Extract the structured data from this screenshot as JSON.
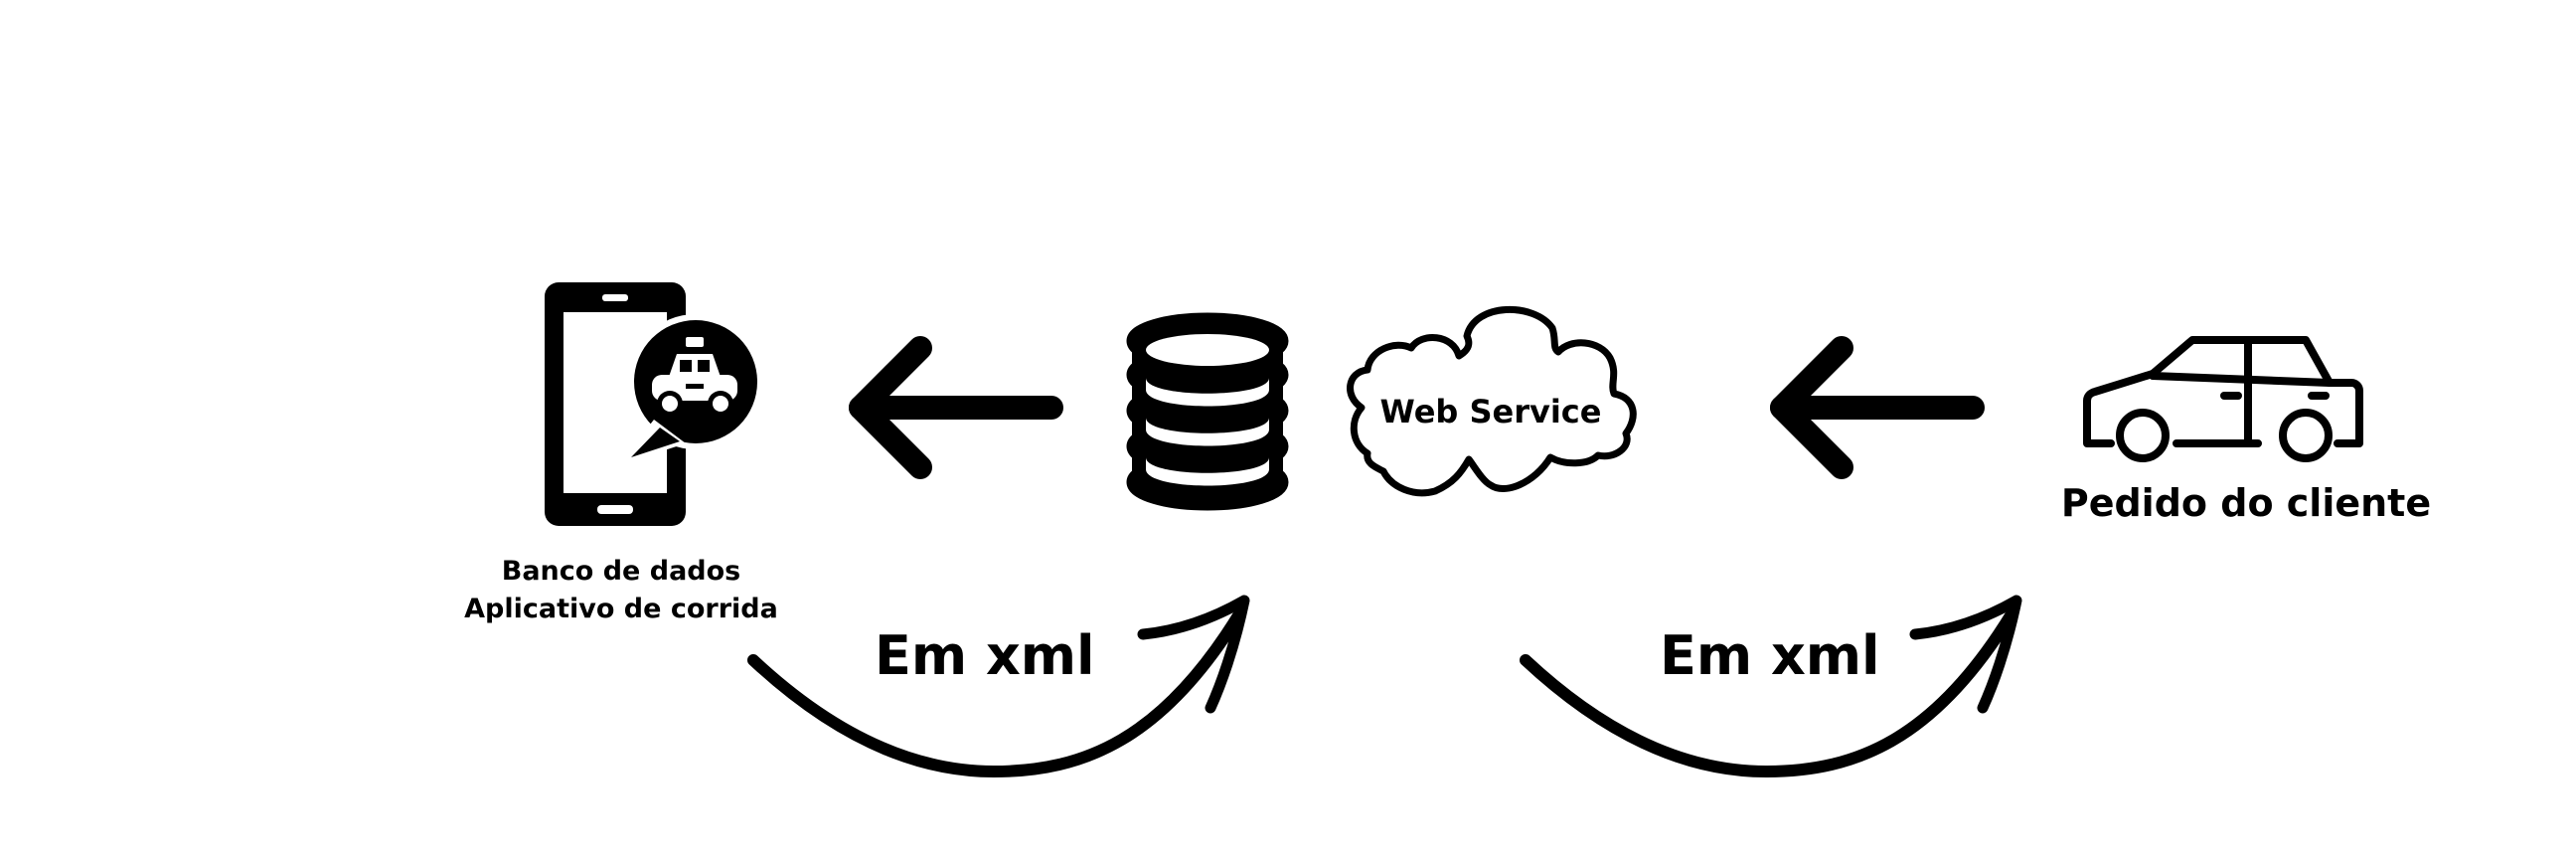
{
  "diagram": {
    "nodes": {
      "phone_app": {
        "icon": "smartphone-taxi-app-icon",
        "label_line1": "Banco de dados",
        "label_line2": "Aplicativo de corrida"
      },
      "database": {
        "icon": "database-icon"
      },
      "web_service": {
        "icon": "cloud-icon",
        "label": "Web Service"
      },
      "client": {
        "icon": "car-icon",
        "label": "Pedido do cliente"
      }
    },
    "arrows": {
      "straight": [
        "arrow-left-icon",
        "arrow-left-icon"
      ],
      "curved_labels": [
        "Em xml",
        "Em xml"
      ]
    },
    "colors": {
      "ink": "#000000",
      "background": "#ffffff"
    }
  }
}
